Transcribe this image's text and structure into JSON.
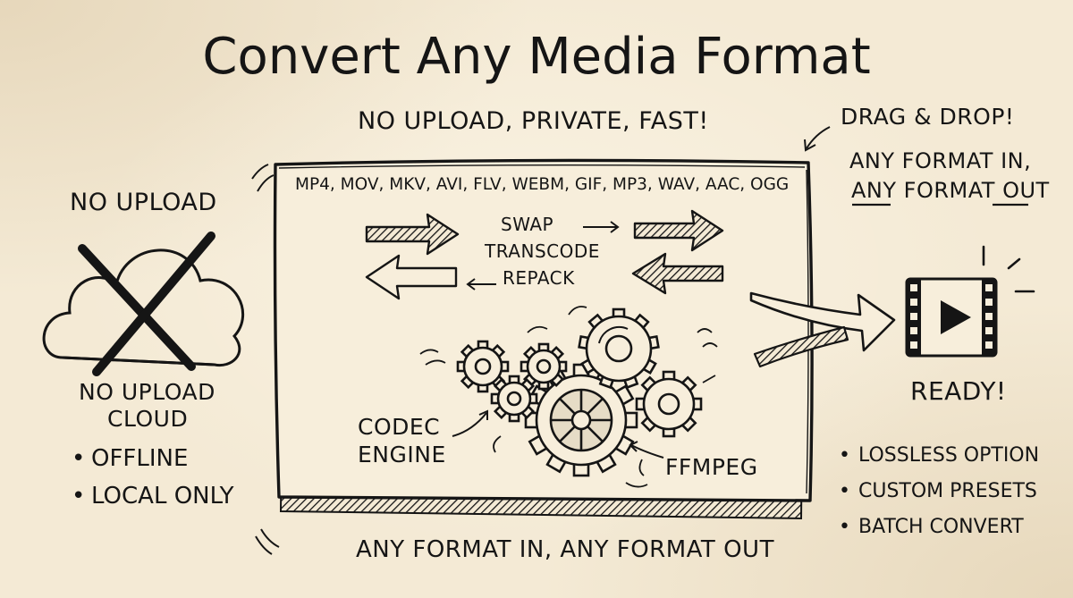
{
  "title": "Convert Any Media Format",
  "subtitle": "NO UPLOAD, PRIVATE, FAST!",
  "drag_drop": "DRAG & DROP!",
  "any_format_line1": "ANY FORMAT IN,",
  "any_format_line2": "ANY FORMAT OUT",
  "left_panel": {
    "heading": "NO UPLOAD",
    "cloud_caption_line1": "NO UPLOAD",
    "cloud_caption_line2": "CLOUD",
    "bullets": [
      "OFFLINE",
      "LOCAL ONLY"
    ],
    "cloud_icon": "crossed-out-cloud-icon"
  },
  "converter_box": {
    "formats": "MP4, MOV, MKV, AVI, FLV, WEBM, GIF, MP3, WAV, AAC, OGG",
    "operations": [
      "SWAP",
      "TRANSCODE",
      "REPACK"
    ],
    "engine_line1": "CODEC",
    "engine_line2": "ENGINE",
    "engine_name": "FFMPEG",
    "gears_icon": "gears-icon"
  },
  "output": {
    "label": "READY!",
    "icon": "film-play-icon",
    "features": [
      "LOSSLESS OPTION",
      "CUSTOM PRESETS",
      "BATCH CONVERT"
    ]
  },
  "footer": "ANY FORMAT IN, ANY FORMAT OUT",
  "colors": {
    "paper": "#f4ead5",
    "ink": "#151515"
  }
}
